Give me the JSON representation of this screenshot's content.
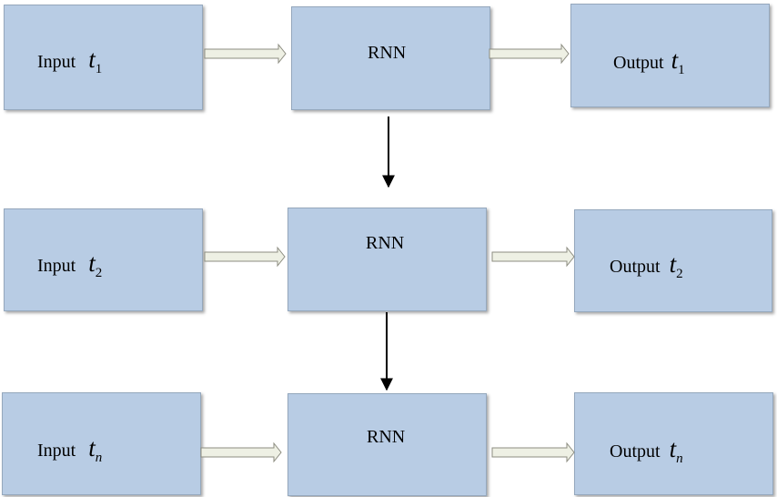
{
  "rows": [
    {
      "input": {
        "label": "Input",
        "var": "t",
        "sub": "1",
        "sub_italic": false
      },
      "rnn": {
        "label": "RNN"
      },
      "output": {
        "label": "Output",
        "var": "t",
        "sub": "1",
        "sub_italic": false
      }
    },
    {
      "input": {
        "label": "Input",
        "var": "t",
        "sub": "2",
        "sub_italic": false
      },
      "rnn": {
        "label": "RNN"
      },
      "output": {
        "label": "Output",
        "var": "t",
        "sub": "2",
        "sub_italic": false
      }
    },
    {
      "input": {
        "label": "Input",
        "var": "t",
        "sub": "n",
        "sub_italic": true
      },
      "rnn": {
        "label": "RNN"
      },
      "output": {
        "label": "Output",
        "var": "t",
        "sub": "n",
        "sub_italic": true
      }
    }
  ],
  "colors": {
    "box_fill": "#b8cce4",
    "box_border": "#95a8bd",
    "hollow_arrow_fill": "#eef0e4",
    "hollow_arrow_stroke": "#8c8c80",
    "solid_arrow": "#000000"
  }
}
